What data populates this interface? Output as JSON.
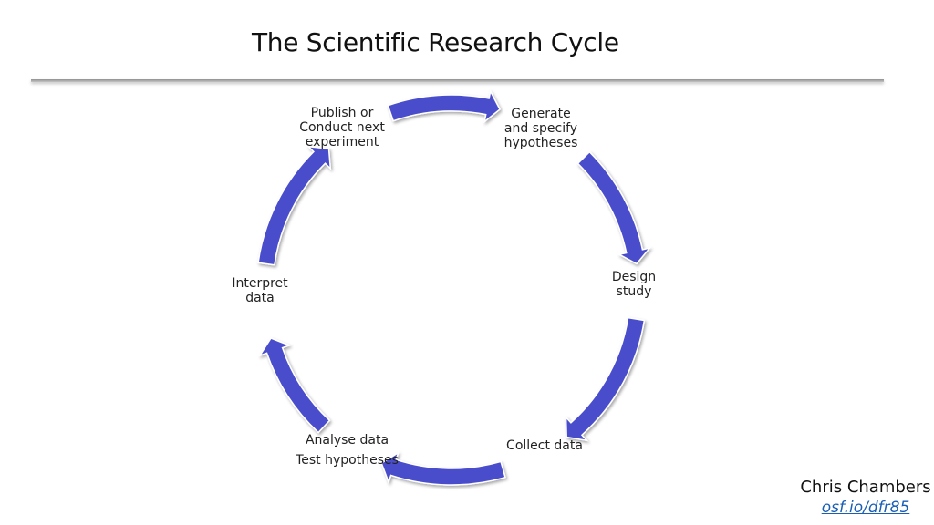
{
  "title": "The Scientific Research Cycle",
  "cycle": {
    "arrow_color": "#4a4ecb",
    "stages": [
      {
        "lines": [
          "Publish or",
          "Conduct next",
          "experiment"
        ]
      },
      {
        "lines": [
          "Generate",
          "and specify",
          "hypotheses"
        ]
      },
      {
        "lines": [
          "Design",
          "study"
        ]
      },
      {
        "lines": [
          "Collect data"
        ]
      },
      {
        "lines": [
          "Analyse data",
          "Test hypotheses"
        ]
      },
      {
        "lines": [
          "Interpret",
          "data"
        ]
      }
    ]
  },
  "author": {
    "name": "Chris Chambers",
    "link": "osf.io/dfr85"
  }
}
